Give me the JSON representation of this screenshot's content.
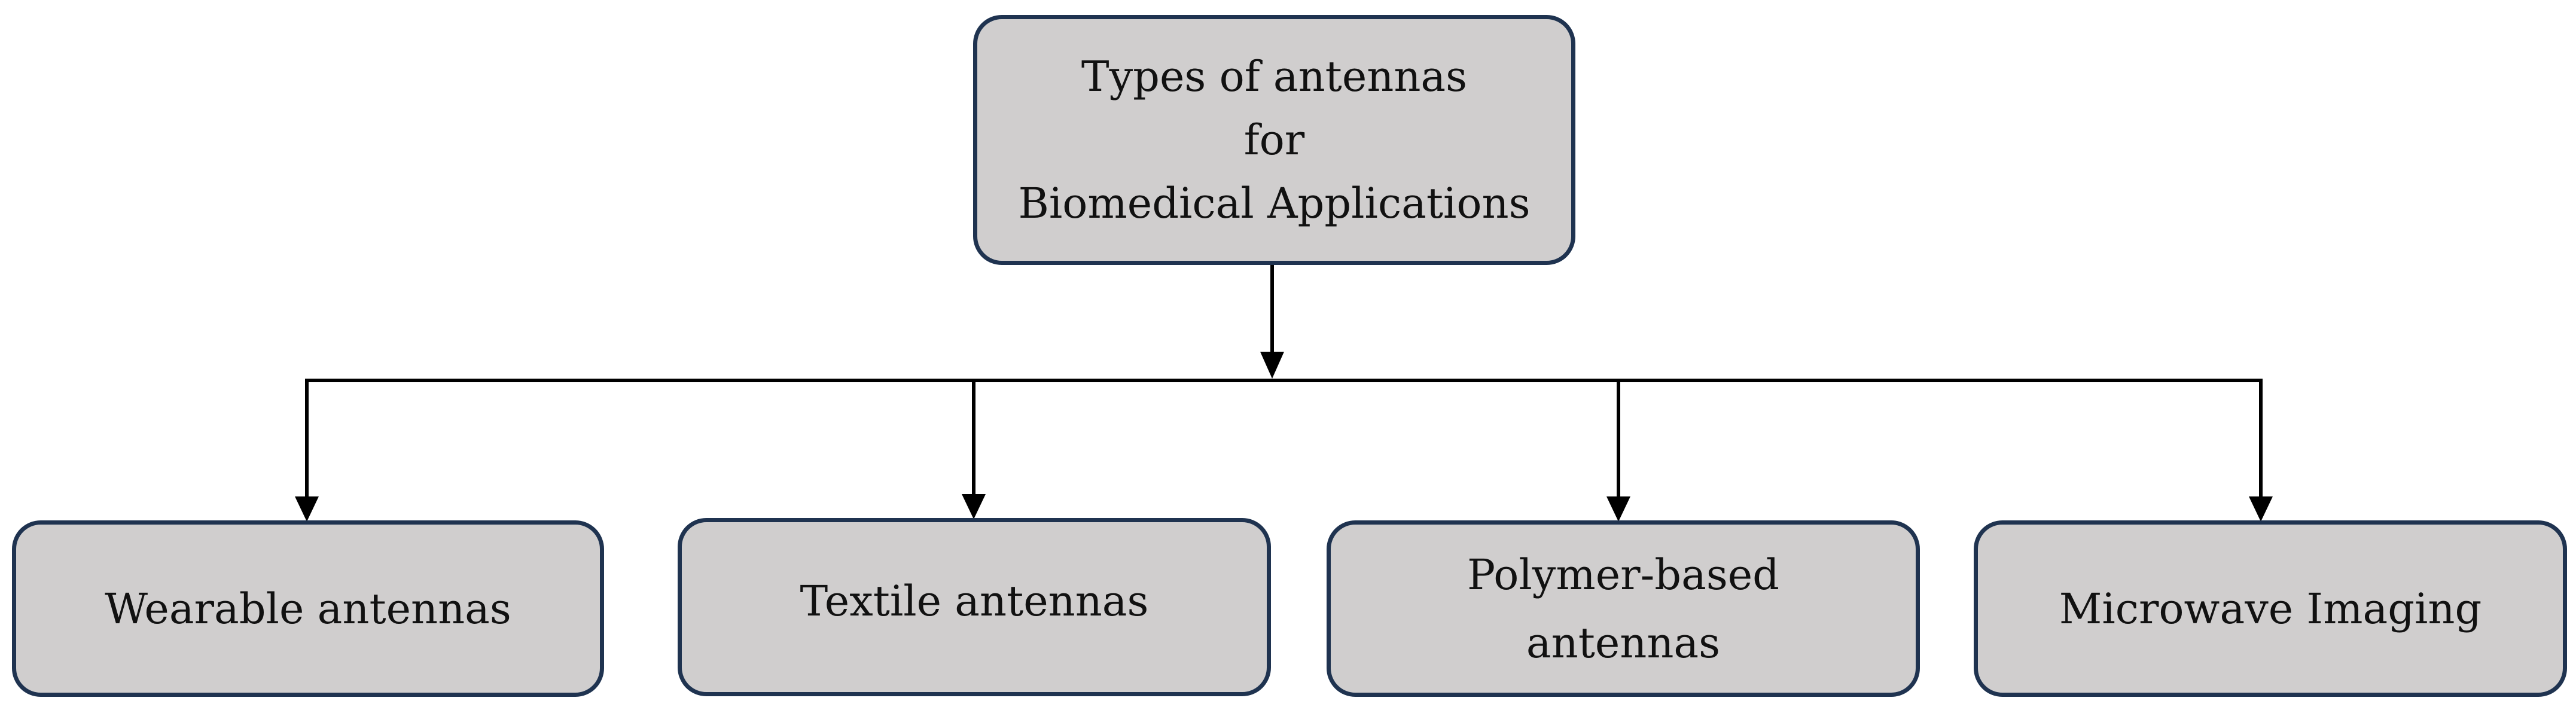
{
  "root": {
    "lines": [
      "Types of antennas",
      "for",
      "Biomedical Applications"
    ]
  },
  "children": [
    {
      "lines": [
        "Wearable antennas"
      ]
    },
    {
      "lines": [
        "Textile antennas"
      ]
    },
    {
      "lines": [
        "Polymer-based",
        "antennas"
      ]
    },
    {
      "lines": [
        "Microwave Imaging"
      ]
    }
  ],
  "colors": {
    "box_fill": "#d0cece",
    "box_border": "#1f3350",
    "connector": "#000000",
    "text": "#111111"
  }
}
